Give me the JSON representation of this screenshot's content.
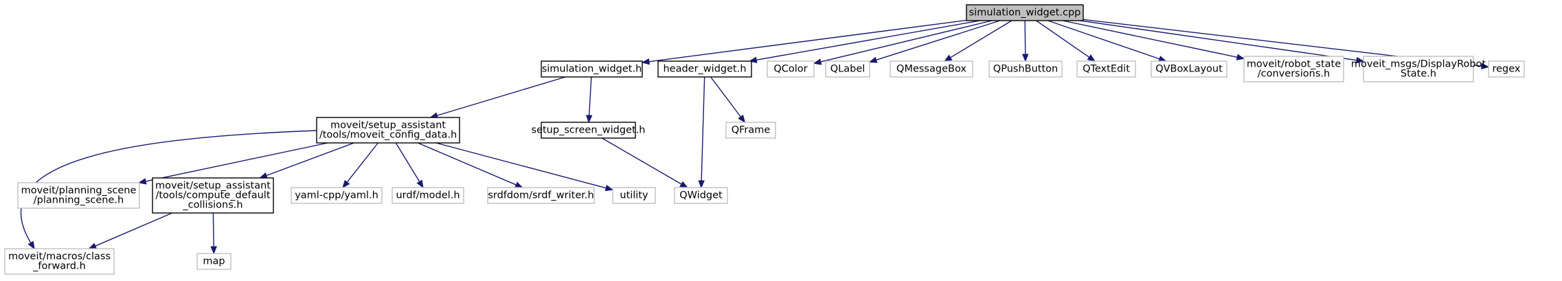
{
  "colors": {
    "background": "#ffffff",
    "edge": "#191970",
    "root_fill": "#bfbfbf",
    "doc_border": "#000000",
    "ext_border": "#bfbfbf",
    "text": "#000000"
  },
  "nodes": [
    {
      "id": "root",
      "kind": "root",
      "lines": [
        "simulation_widget.cpp"
      ]
    },
    {
      "id": "simwidget_h",
      "kind": "doc",
      "lines": [
        "simulation_widget.h"
      ]
    },
    {
      "id": "header_widget_h",
      "kind": "doc",
      "lines": [
        "header_widget.h"
      ]
    },
    {
      "id": "qcolor",
      "kind": "ext",
      "lines": [
        "QColor"
      ]
    },
    {
      "id": "qlabel",
      "kind": "ext",
      "lines": [
        "QLabel"
      ]
    },
    {
      "id": "qmessagebox",
      "kind": "ext",
      "lines": [
        "QMessageBox"
      ]
    },
    {
      "id": "qpushbutton",
      "kind": "ext",
      "lines": [
        "QPushButton"
      ]
    },
    {
      "id": "qtextedit",
      "kind": "ext",
      "lines": [
        "QTextEdit"
      ]
    },
    {
      "id": "qvboxlayout",
      "kind": "ext",
      "lines": [
        "QVBoxLayout"
      ]
    },
    {
      "id": "robot_state_conv",
      "kind": "ext",
      "lines": [
        "moveit/robot_state",
        "/conversions.h"
      ]
    },
    {
      "id": "display_robot_state",
      "kind": "ext",
      "lines": [
        "moveit_msgs/DisplayRobot",
        "State.h"
      ]
    },
    {
      "id": "regex",
      "kind": "ext",
      "lines": [
        "regex"
      ]
    },
    {
      "id": "moveit_config_data",
      "kind": "doc",
      "lines": [
        "moveit/setup_assistant",
        "/tools/moveit_config_data.h"
      ]
    },
    {
      "id": "setup_screen_widget",
      "kind": "doc",
      "lines": [
        "setup_screen_widget.h"
      ]
    },
    {
      "id": "qframe",
      "kind": "ext",
      "lines": [
        "QFrame"
      ]
    },
    {
      "id": "planning_scene",
      "kind": "ext",
      "lines": [
        "moveit/planning_scene",
        "/planning_scene.h"
      ]
    },
    {
      "id": "compute_default_collisions",
      "kind": "doc",
      "lines": [
        "moveit/setup_assistant",
        "/tools/compute_default",
        "_collisions.h"
      ]
    },
    {
      "id": "yaml",
      "kind": "ext",
      "lines": [
        "yaml-cpp/yaml.h"
      ]
    },
    {
      "id": "urdf_model",
      "kind": "ext",
      "lines": [
        "urdf/model.h"
      ]
    },
    {
      "id": "srdf_writer",
      "kind": "ext",
      "lines": [
        "srdfdom/srdf_writer.h"
      ]
    },
    {
      "id": "utility",
      "kind": "ext",
      "lines": [
        "utility"
      ]
    },
    {
      "id": "qwidget",
      "kind": "ext",
      "lines": [
        "QWidget"
      ]
    },
    {
      "id": "class_forward",
      "kind": "ext",
      "lines": [
        "moveit/macros/class",
        "_forward.h"
      ]
    },
    {
      "id": "map",
      "kind": "ext",
      "lines": [
        "map"
      ]
    }
  ],
  "edges": [
    {
      "from": "root",
      "to": "simwidget_h"
    },
    {
      "from": "root",
      "to": "header_widget_h"
    },
    {
      "from": "root",
      "to": "qcolor"
    },
    {
      "from": "root",
      "to": "qlabel"
    },
    {
      "from": "root",
      "to": "qmessagebox"
    },
    {
      "from": "root",
      "to": "qpushbutton"
    },
    {
      "from": "root",
      "to": "qtextedit"
    },
    {
      "from": "root",
      "to": "qvboxlayout"
    },
    {
      "from": "root",
      "to": "robot_state_conv"
    },
    {
      "from": "root",
      "to": "display_robot_state"
    },
    {
      "from": "root",
      "to": "regex"
    },
    {
      "from": "simwidget_h",
      "to": "moveit_config_data"
    },
    {
      "from": "simwidget_h",
      "to": "setup_screen_widget"
    },
    {
      "from": "header_widget_h",
      "to": "qframe"
    },
    {
      "from": "header_widget_h",
      "to": "qwidget"
    },
    {
      "from": "moveit_config_data",
      "to": "planning_scene"
    },
    {
      "from": "moveit_config_data",
      "to": "compute_default_collisions"
    },
    {
      "from": "moveit_config_data",
      "to": "yaml"
    },
    {
      "from": "moveit_config_data",
      "to": "urdf_model"
    },
    {
      "from": "moveit_config_data",
      "to": "srdf_writer"
    },
    {
      "from": "moveit_config_data",
      "to": "utility"
    },
    {
      "from": "moveit_config_data",
      "to": "class_forward"
    },
    {
      "from": "setup_screen_widget",
      "to": "qwidget"
    },
    {
      "from": "compute_default_collisions",
      "to": "class_forward"
    },
    {
      "from": "compute_default_collisions",
      "to": "map"
    }
  ]
}
